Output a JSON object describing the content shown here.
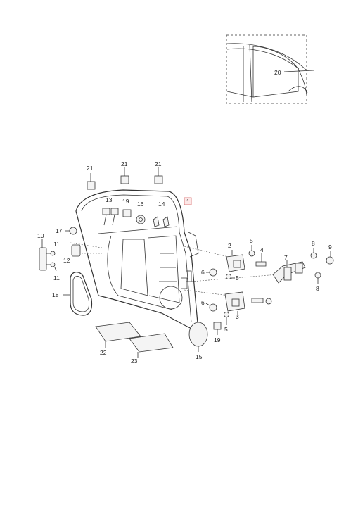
{
  "diagram": {
    "callouts": {
      "door": "1",
      "upper_hinge": "2",
      "lower_hinge": "3",
      "bolt_upper": "4",
      "nut_upper": "5",
      "nut_lower": "5",
      "cap_upper": "6",
      "cap_lower": "6",
      "door_check": "7",
      "bolt_check_upper": "8",
      "bolt_check_lower": "8",
      "nut_check": "9",
      "striker_bolt_left": "10",
      "striker_screw_upper": "11",
      "striker_screw_lower": "11",
      "striker_plate": "12",
      "clip_13": "13",
      "clip_14": "14",
      "membrane": "15",
      "plug_16": "16",
      "plug_17": "17",
      "seal_18": "18",
      "clip_19_upper": "19",
      "clip_19_lower": "19",
      "inset_seal": "20",
      "seal_clip_a": "21",
      "seal_clip_b": "21",
      "seal_clip_c": "21",
      "pad_22": "22",
      "pad_23": "23"
    }
  }
}
